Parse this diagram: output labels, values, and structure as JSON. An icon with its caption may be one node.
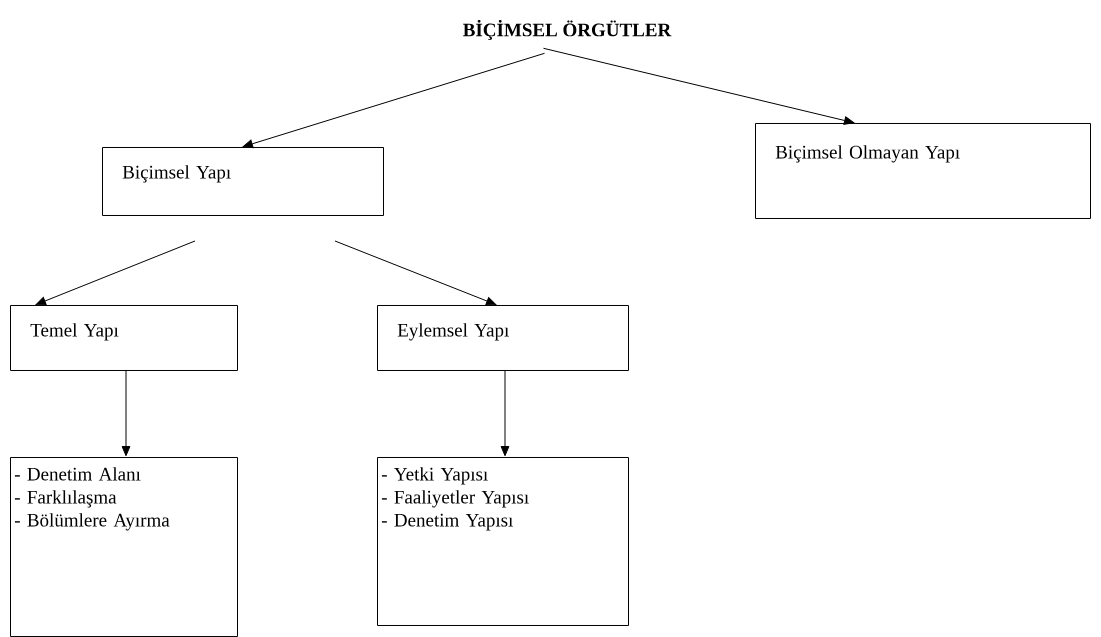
{
  "diagram": {
    "nodes": [
      {
        "text": [
          "BİÇİMSEL ÖRGÜTLER"
        ]
      },
      {
        "text": [
          "Biçimsel Yapı"
        ]
      },
      {
        "text": [
          "Biçimsel Olmayan Yapı"
        ]
      },
      {
        "text": [
          "Temel Yapı"
        ]
      },
      {
        "text": [
          "Eylemsel Yapı"
        ]
      },
      {
        "text": [
          "- Denetim Alanı",
          "- Farklılaşma",
          "- Bölümlere Ayırma"
        ]
      },
      {
        "text": [
          "- Yetki Yapısı",
          "- Faaliyetler Yapısı",
          "- Denetim Yapısı"
        ]
      }
    ],
    "edges": [
      {
        "from": 0,
        "to": 1,
        "arrow": "to"
      },
      {
        "from": 0,
        "to": 2,
        "arrow": "to"
      },
      {
        "from": 1,
        "to": 3,
        "arrow": "to"
      },
      {
        "from": 1,
        "to": 4,
        "arrow": "to"
      },
      {
        "from": 3,
        "to": 5,
        "arrow": "to"
      },
      {
        "from": 4,
        "to": 6,
        "arrow": "to"
      }
    ]
  }
}
